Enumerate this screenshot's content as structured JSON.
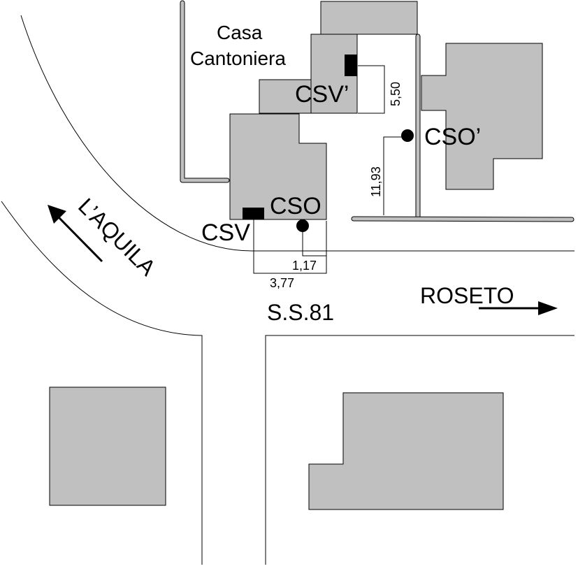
{
  "labels": {
    "casa_line1": "Casa",
    "casa_line2": "Cantoniera",
    "csv_prime": "CSV’",
    "cso_prime": "CSO’",
    "cso": "CSO",
    "csv": "CSV",
    "road_name": "S.S.81",
    "direction_left": "L’AQUILA",
    "direction_right": "ROSETO"
  },
  "dimensions": {
    "d_550": "5,50",
    "d_1193": "11,93",
    "d_117": "1,17",
    "d_377": "3,77"
  },
  "colors": {
    "building": "#c0c0c0",
    "line": "#000000",
    "background": "#ffffff"
  }
}
